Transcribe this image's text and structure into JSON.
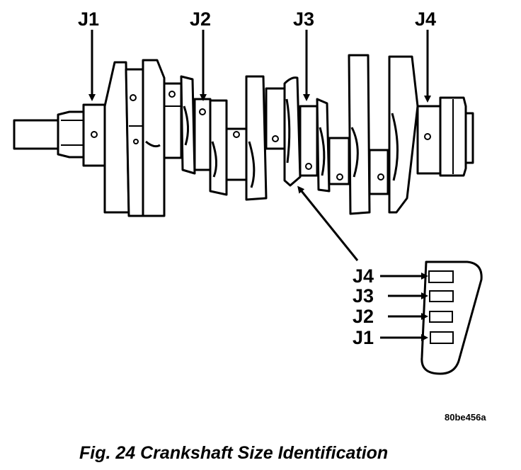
{
  "journal_labels": {
    "top": [
      "J1",
      "J2",
      "J3",
      "J4"
    ],
    "stamp_pad": [
      "J4",
      "J3",
      "J2",
      "J1"
    ]
  },
  "figure_code": "80be456a",
  "caption": "Fig. 24 Crankshaft Size Identification"
}
